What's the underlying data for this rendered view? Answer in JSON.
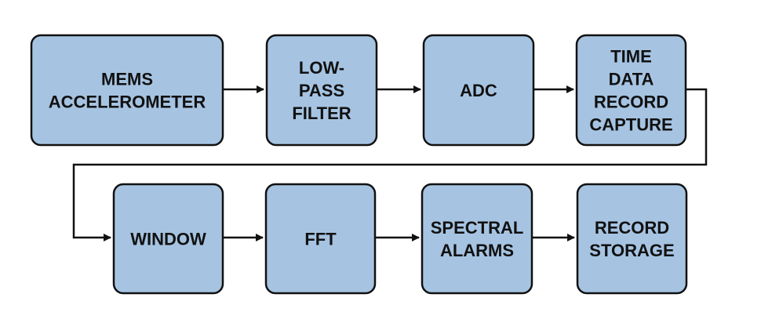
{
  "blocks": [
    {
      "id": "mems",
      "lines": [
        "MEMS",
        "ACCELEROMETER"
      ]
    },
    {
      "id": "lpf",
      "lines": [
        "LOW-",
        "PASS",
        "FILTER"
      ]
    },
    {
      "id": "adc",
      "lines": [
        "ADC"
      ]
    },
    {
      "id": "capture",
      "lines": [
        "TIME",
        "DATA",
        "RECORD",
        "CAPTURE"
      ]
    },
    {
      "id": "window",
      "lines": [
        "WINDOW"
      ]
    },
    {
      "id": "fft",
      "lines": [
        "FFT"
      ]
    },
    {
      "id": "alarms",
      "lines": [
        "SPECTRAL",
        "ALARMS"
      ]
    },
    {
      "id": "storage",
      "lines": [
        "RECORD",
        "STORAGE"
      ]
    }
  ],
  "colors": {
    "block_fill": "#a6c4e2",
    "outline": "#111111"
  }
}
